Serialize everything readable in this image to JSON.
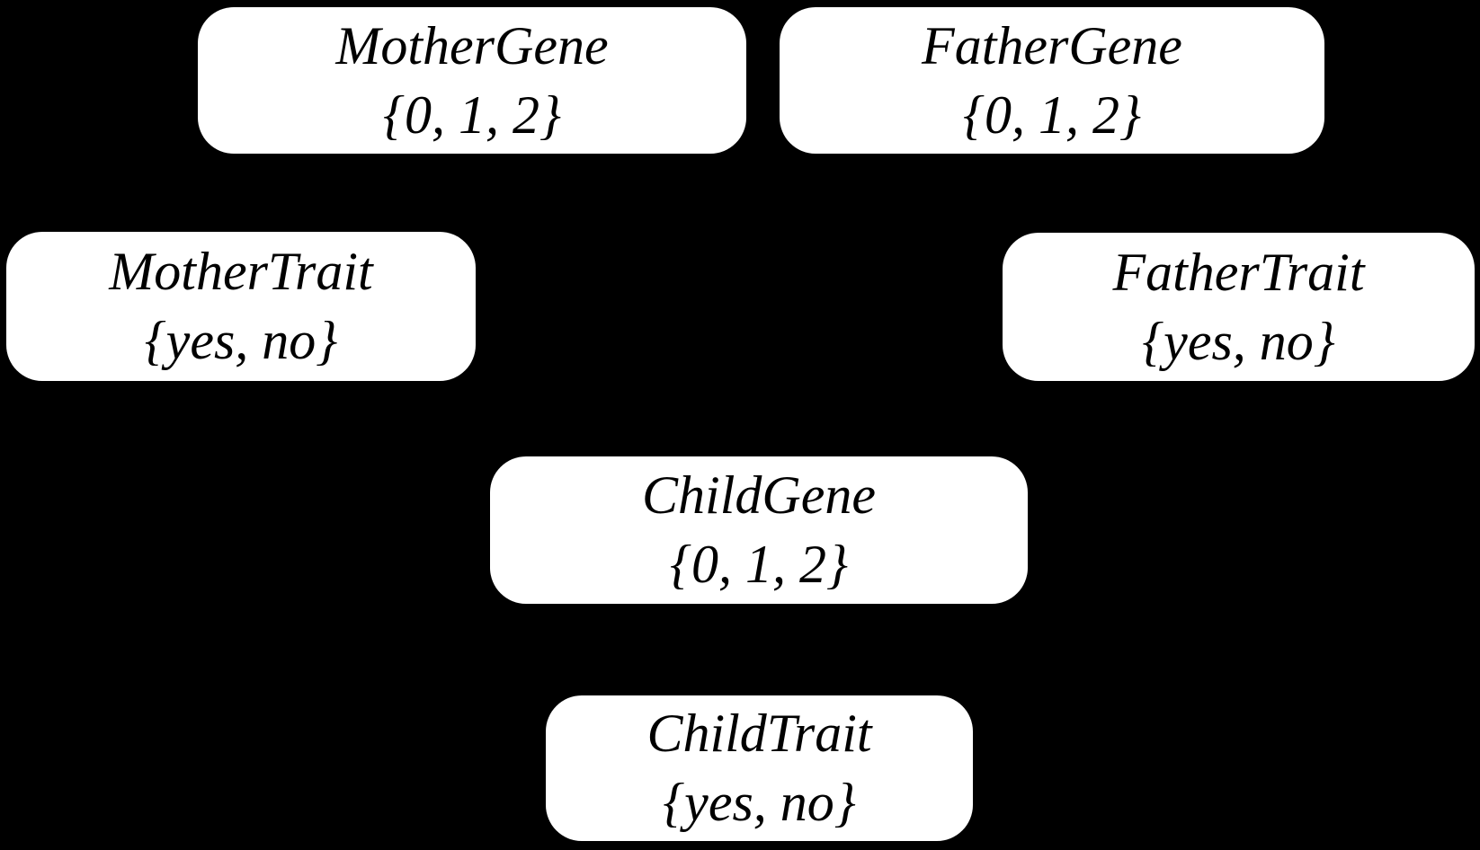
{
  "diagram": {
    "kind": "bayesian-network",
    "background_color": "#000000",
    "node_fill_color": "#ffffff",
    "node_text_color": "#000000"
  },
  "nodes": [
    {
      "id": "mother-gene",
      "label": "MotherGene",
      "domain": "{0, 1, 2}"
    },
    {
      "id": "father-gene",
      "label": "FatherGene",
      "domain": "{0, 1, 2}"
    },
    {
      "id": "mother-trait",
      "label": "MotherTrait",
      "domain": "{yes, no}"
    },
    {
      "id": "father-trait",
      "label": "FatherTrait",
      "domain": "{yes, no}"
    },
    {
      "id": "child-gene",
      "label": "ChildGene",
      "domain": "{0, 1, 2}"
    },
    {
      "id": "child-trait",
      "label": "ChildTrait",
      "domain": "{yes, no}"
    }
  ]
}
